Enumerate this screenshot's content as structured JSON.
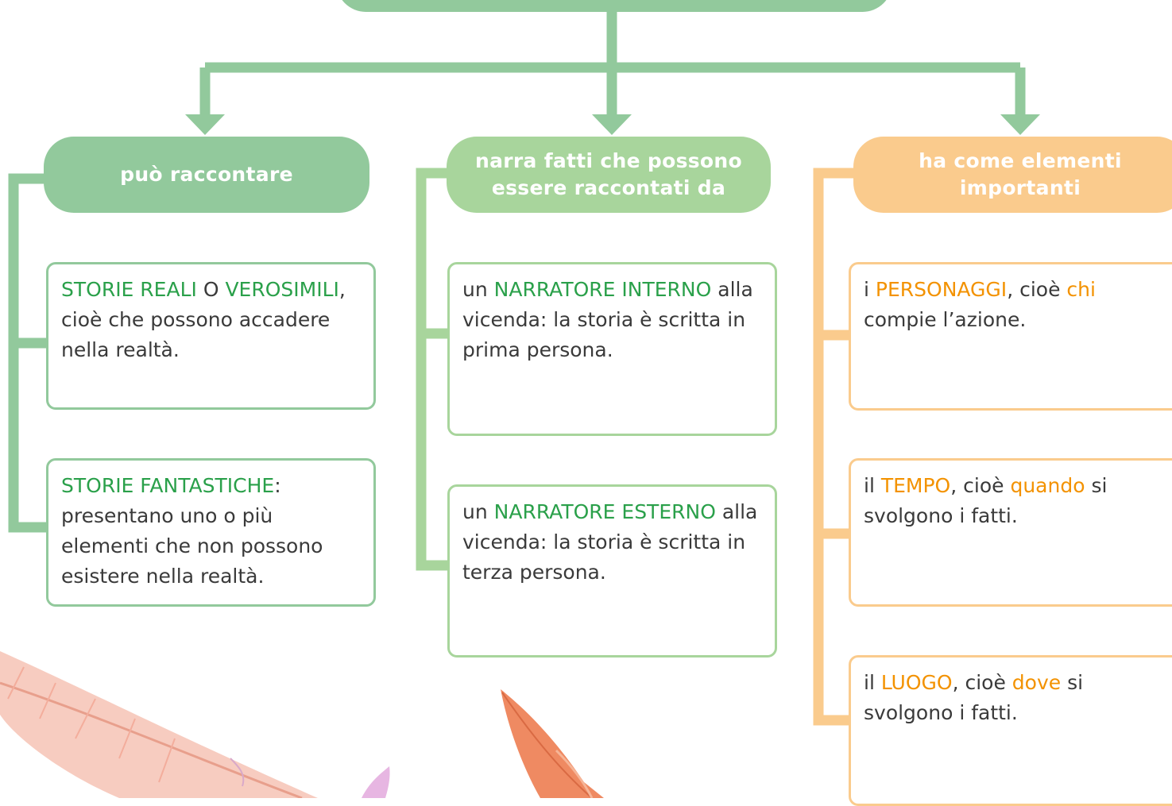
{
  "columns": [
    {
      "header": "può raccontare",
      "items": [
        {
          "parts": [
            {
              "t": "STORIE REALI",
              "k": true
            },
            {
              "t": " O ",
              "k": false
            },
            {
              "t": "VEROSIMILI",
              "k": true
            },
            {
              "t": ", cioè che possono accadere nella realtà.",
              "k": false
            }
          ]
        },
        {
          "parts": [
            {
              "t": "STORIE FANTASTICHE",
              "k": true
            },
            {
              "t": ": presentano uno o più elementi che non possono esistere nella realtà.",
              "k": false
            }
          ]
        }
      ]
    },
    {
      "header": "narra fatti che possono essere raccontati da",
      "items": [
        {
          "parts": [
            {
              "t": "un ",
              "k": false
            },
            {
              "t": "NARRATORE INTERNO",
              "k": true
            },
            {
              "t": " alla vicenda: la storia è scritta in prima persona.",
              "k": false
            }
          ]
        },
        {
          "parts": [
            {
              "t": "un ",
              "k": false
            },
            {
              "t": "NARRATORE ESTERNO",
              "k": true
            },
            {
              "t": " alla vicenda: la storia è scritta in terza persona.",
              "k": false
            }
          ]
        }
      ]
    },
    {
      "header": "ha come elementi importanti",
      "items": [
        {
          "parts": [
            {
              "t": "i ",
              "k": false
            },
            {
              "t": "PERSONAGGI",
              "k": true
            },
            {
              "t": ", cioè ",
              "k": false
            },
            {
              "t": "chi",
              "k": true
            },
            {
              "t": " compie l’azione.",
              "k": false
            }
          ]
        },
        {
          "parts": [
            {
              "t": "il ",
              "k": false
            },
            {
              "t": "TEMPO",
              "k": true
            },
            {
              "t": ", cioè ",
              "k": false
            },
            {
              "t": "quando",
              "k": true
            },
            {
              "t": " si svolgono i fatti.",
              "k": false
            }
          ]
        },
        {
          "parts": [
            {
              "t": "il ",
              "k": false
            },
            {
              "t": "LUOGO",
              "k": true
            },
            {
              "t": ", cioè ",
              "k": false
            },
            {
              "t": "dove",
              "k": true
            },
            {
              "t": " si svolgono i fatti.",
              "k": false
            }
          ]
        }
      ]
    }
  ],
  "colors": {
    "green": "#92c99c",
    "light_green": "#a8d59c",
    "orange": "#facb8d",
    "keyword_green": "#2aa04a",
    "keyword_orange": "#f39200"
  }
}
